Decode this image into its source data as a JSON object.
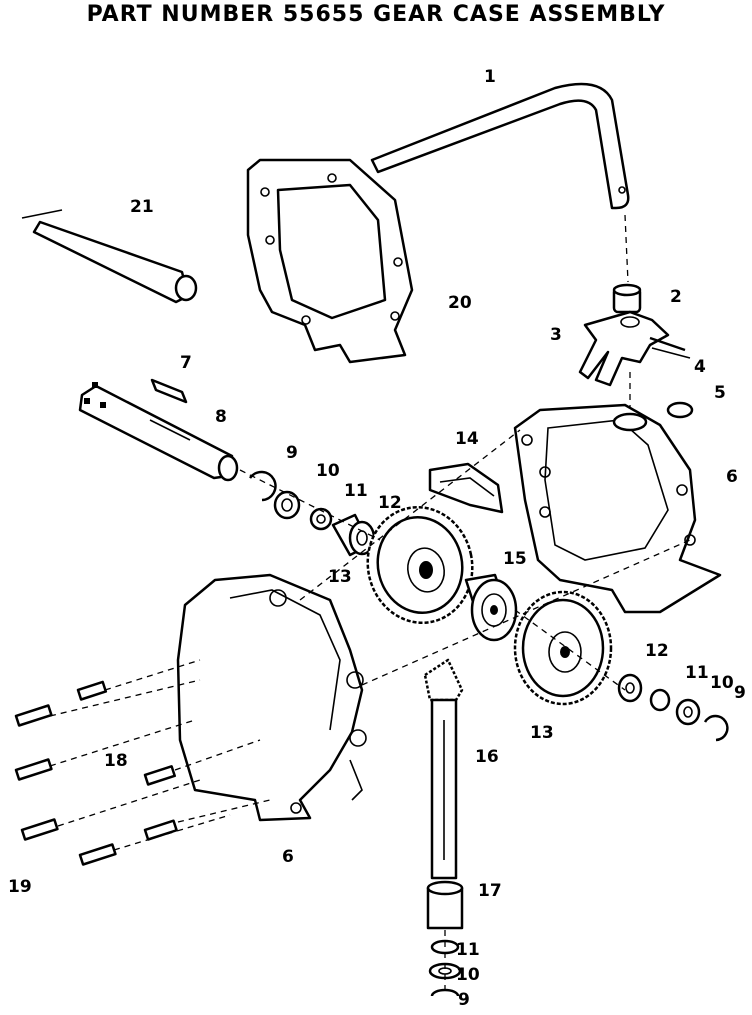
{
  "title": "PART NUMBER 55655 GEAR CASE ASSEMBLY",
  "callouts": [
    {
      "id": "c1",
      "text": "1"
    },
    {
      "id": "c2",
      "text": "2"
    },
    {
      "id": "c3",
      "text": "3"
    },
    {
      "id": "c4",
      "text": "4"
    },
    {
      "id": "c5",
      "text": "5"
    },
    {
      "id": "c6a",
      "text": "6"
    },
    {
      "id": "c6b",
      "text": "6"
    },
    {
      "id": "c7",
      "text": "7"
    },
    {
      "id": "c8",
      "text": "8"
    },
    {
      "id": "c9a",
      "text": "9"
    },
    {
      "id": "c9b",
      "text": "9"
    },
    {
      "id": "c9c",
      "text": "9"
    },
    {
      "id": "c10a",
      "text": "10"
    },
    {
      "id": "c10b",
      "text": "10"
    },
    {
      "id": "c10c",
      "text": "10"
    },
    {
      "id": "c11a",
      "text": "11"
    },
    {
      "id": "c11b",
      "text": "11"
    },
    {
      "id": "c11c",
      "text": "11"
    },
    {
      "id": "c12a",
      "text": "12"
    },
    {
      "id": "c12b",
      "text": "12"
    },
    {
      "id": "c13a",
      "text": "13"
    },
    {
      "id": "c13b",
      "text": "13"
    },
    {
      "id": "c14",
      "text": "14"
    },
    {
      "id": "c15",
      "text": "15"
    },
    {
      "id": "c16",
      "text": "16"
    },
    {
      "id": "c17",
      "text": "17"
    },
    {
      "id": "c18",
      "text": "18"
    },
    {
      "id": "c19",
      "text": "19"
    },
    {
      "id": "c20",
      "text": "20"
    },
    {
      "id": "c21",
      "text": "21"
    }
  ]
}
